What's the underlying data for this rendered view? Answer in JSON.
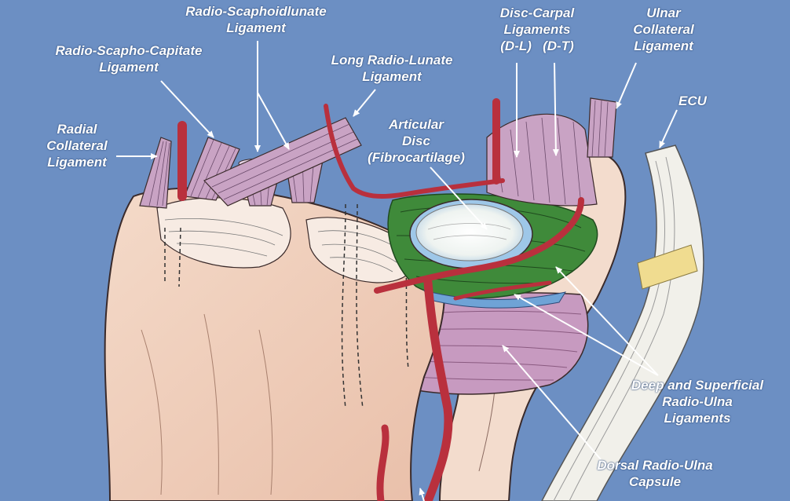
{
  "labels": {
    "radio_scaphoidlunate": [
      "Radio-Scaphoidlunate",
      "Ligament"
    ],
    "radio_scapho_capitate": [
      "Radio-Scapho-Capitate",
      "Ligament"
    ],
    "long_radio_lunate": [
      "Long Radio-Lunate",
      "Ligament"
    ],
    "disc_carpal": [
      "Disc-Carpal",
      "Ligaments",
      "(D-L)   (D-T)"
    ],
    "ulnar_collateral": [
      "Ulnar",
      "Collateral",
      "Ligament"
    ],
    "ecu": [
      "ECU"
    ],
    "radial_collateral": [
      "Radial",
      "Collateral",
      "Ligament"
    ],
    "articular_disc": [
      "Articular",
      "Disc",
      "(Fibrocartilage)"
    ],
    "deep_superficial": [
      "Deep and Superficial",
      "Radio-Ulna",
      "Ligaments"
    ],
    "dorsal_capsule": [
      "Dorsal Radio-Ulna",
      "Capsule"
    ]
  },
  "colors": {
    "background": "#6c8fc3",
    "bone": "#f2d3c0",
    "ligament": "#c9a3c4",
    "artery": "#b9303d",
    "disc": "#f4f4f0",
    "green_ligament": "#3f8a3a",
    "capsule": "#c79ac0",
    "tendon": "#f1f0ea"
  }
}
